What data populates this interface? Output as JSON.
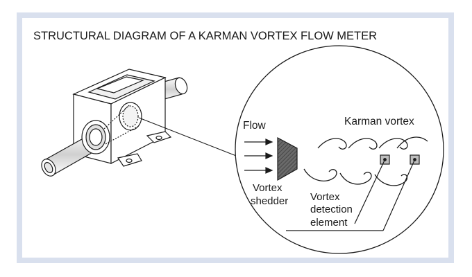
{
  "title": "STRUCTURAL DIAGRAM OF A KARMAN VORTEX FLOW METER",
  "labels": {
    "flow": "Flow",
    "karman_vortex": "Karman vortex",
    "vortex_shedder_line1": "Vortex",
    "vortex_shedder_line2": "shedder",
    "detection_line1": "Vortex",
    "detection_line2": "detection",
    "detection_line3": "element"
  },
  "colors": {
    "frame": "#d9e0ee",
    "stroke": "#1a1a1a",
    "shedder_fill": "#555555",
    "pipe_shade": "#d6d6d6",
    "sensor_fill": "#bdbdbd"
  }
}
